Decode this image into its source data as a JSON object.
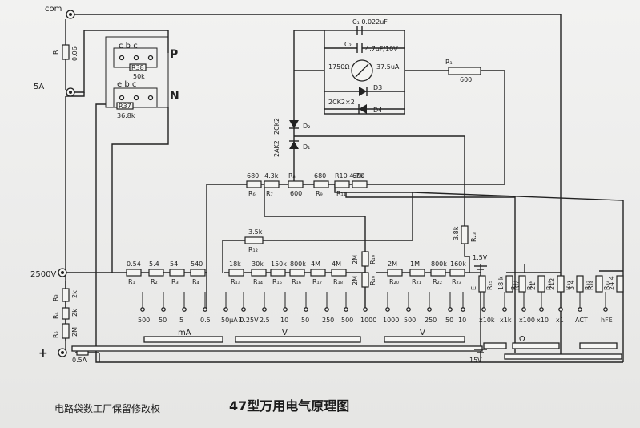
{
  "title": "47型万用电气原理图",
  "credit": "电路袋数工厂保留修改权",
  "terminals": {
    "com": "com",
    "a5": "5A",
    "kv2500": "2500V",
    "plus": "+"
  },
  "left_resistors": {
    "r_top": "R",
    "r_top_val": "0.06",
    "r_mid_a": "R₃",
    "r_mid_b": "2k",
    "r_low_a": "R₄",
    "r_low_b": "2k",
    "r_min_a": "R₅",
    "r_min_b": "2M",
    "fuse": "0.5A"
  },
  "transistor_socket": {
    "c_b_c": "c  b  c",
    "e_b_c": "e  b  c",
    "p": "P",
    "n": "N",
    "r38": "R38",
    "r38_val": "50k",
    "r37": "R37",
    "r37_val": "36.8k"
  },
  "meter": {
    "cap": "C₁  0.022uF",
    "cap2": "C₂",
    "cap2_val": "4.7uF/10V",
    "res": "1750Ω",
    "current": "37.5uA",
    "d3": "D3",
    "d4_label": "2CK2×2",
    "d4": "D4",
    "pot": "R₁",
    "pot_val": "600"
  },
  "diodes": {
    "d2_type": "2CK2",
    "d2": "D₂",
    "d1_type": "2AK2",
    "d1": "D₁"
  },
  "upper_chain": [
    {
      "val": "680",
      "ref": "R₆"
    },
    {
      "val": "4.3k",
      "ref": "R₇"
    },
    {
      "val": "R₈",
      "ref": "600"
    },
    {
      "val": "680",
      "ref": "R₉"
    },
    {
      "val": "R10 4.7k",
      "ref": "R₁₁"
    },
    {
      "val": "600",
      "ref": ""
    }
  ],
  "r12": {
    "val": "3.5k",
    "ref": "R₁₂"
  },
  "r_right": {
    "val": "3.8k",
    "ref": "R₂₃"
  },
  "ma_resistors": [
    {
      "val": "0.54",
      "ref": "R₁"
    },
    {
      "val": "5.4",
      "ref": "R₂"
    },
    {
      "val": "54",
      "ref": "R₃"
    },
    {
      "val": "540",
      "ref": "R₄"
    }
  ],
  "v_resistors": [
    {
      "val": "18k",
      "ref": "R₁₃"
    },
    {
      "val": "30k",
      "ref": "R₁₄"
    },
    {
      "val": "150k",
      "ref": "R₁₅"
    },
    {
      "val": "800k",
      "ref": "R₁₆"
    },
    {
      "val": "4M",
      "ref": "R₁₇"
    },
    {
      "val": "4M",
      "ref": "R₁₈"
    }
  ],
  "vert_2m": [
    {
      "val": "2M",
      "ref": "R₁₉"
    },
    {
      "val": "2M",
      "ref": "R₁₉"
    }
  ],
  "ac_resistors": [
    {
      "val": "2M",
      "ref": "R₂₀"
    },
    {
      "val": "1M",
      "ref": "R₂₁"
    },
    {
      "val": "800k",
      "ref": "R₂₂"
    },
    {
      "val": "160k",
      "ref": "R₂₃"
    }
  ],
  "ohm_resistors": [
    {
      "val": "E",
      "ref": "R₂₅"
    },
    {
      "val": "18.k",
      "ref": "R₂₆"
    },
    {
      "val": "R₂₇",
      "ref": "R₂₈"
    },
    {
      "val": "21",
      "ref": "R₂₉"
    },
    {
      "val": "212",
      "ref": "R₃₁"
    },
    {
      "val": "3.4",
      "ref": "R₃₂"
    },
    {
      "val": "R₃₄",
      "ref": "R₃₃"
    },
    {
      "val": "24.4",
      "ref": ""
    }
  ],
  "switch_positions": {
    "ma": [
      "500",
      "50",
      "5",
      "0.5",
      "50μA 0.25V"
    ],
    "dcv": [
      "1",
      "2.5",
      "10",
      "50",
      "250",
      "500",
      "1000"
    ],
    "acv": [
      "1000",
      "500",
      "250",
      "50",
      "10"
    ],
    "ohm": [
      "x10k",
      "x1k",
      "x100",
      "x10",
      "x1"
    ],
    "extra": [
      "ACT",
      "hFE"
    ]
  },
  "bar_labels": {
    "ma": "mA",
    "dcv": "V",
    "acv": "V",
    "ohm": "Ω"
  },
  "battery": {
    "b1": "1.5V",
    "b2": "15V"
  }
}
